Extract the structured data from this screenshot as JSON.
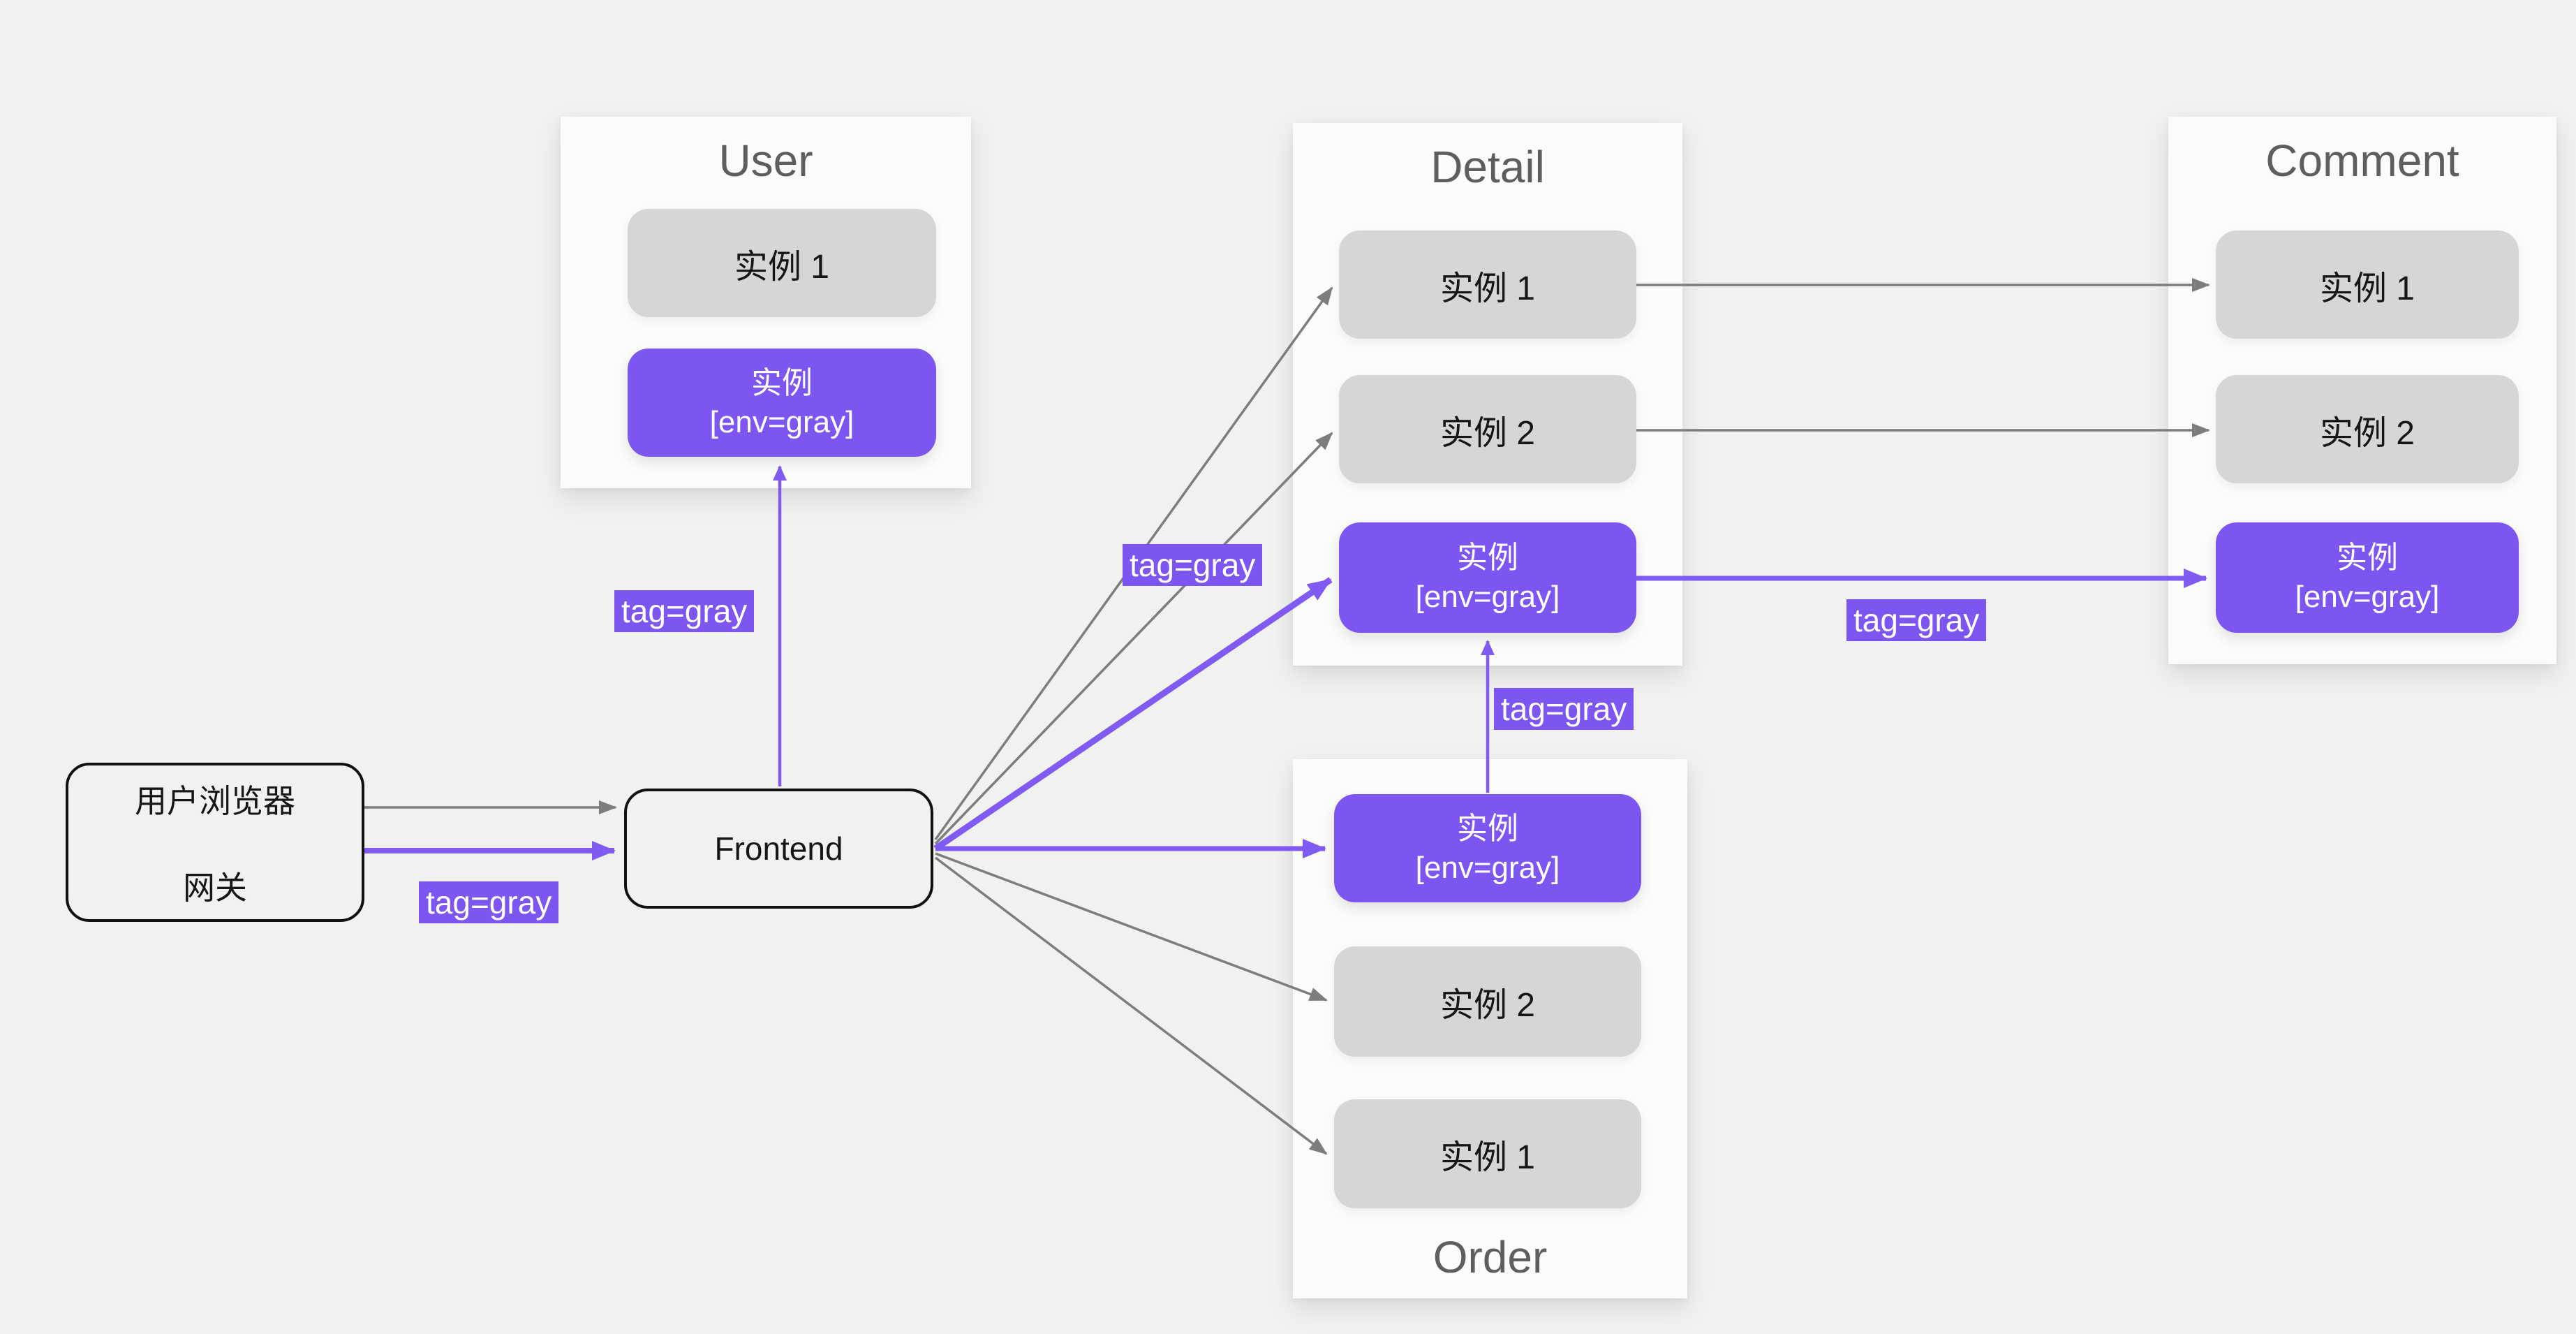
{
  "colors": {
    "purple": "#7D55F0",
    "gray_box": "#D6D6D6",
    "arrow_gray": "#7D7D7D",
    "card_bg": "#FBFBFA",
    "title_gray": "#5E5E5E",
    "page_bg": "#F1F1EF"
  },
  "gateway": {
    "line1": "用户浏览器",
    "line2": "网关"
  },
  "frontend": {
    "label": "Frontend"
  },
  "groups": {
    "user": {
      "title": "User",
      "instances": [
        {
          "label": "实例 1"
        },
        {
          "label": "实例",
          "sublabel": "[env=gray]"
        }
      ]
    },
    "detail": {
      "title": "Detail",
      "instances": [
        {
          "label": "实例 1"
        },
        {
          "label": "实例 2"
        },
        {
          "label": "实例",
          "sublabel": "[env=gray]"
        }
      ]
    },
    "order": {
      "title": "Order",
      "instances": [
        {
          "label": "实例",
          "sublabel": "[env=gray]"
        },
        {
          "label": "实例 2"
        },
        {
          "label": "实例 1"
        }
      ]
    },
    "comment": {
      "title": "Comment",
      "instances": [
        {
          "label": "实例 1"
        },
        {
          "label": "实例 2"
        },
        {
          "label": "实例",
          "sublabel": "[env=gray]"
        }
      ]
    }
  },
  "edge_labels": {
    "gateway_to_frontend": "tag=gray",
    "frontend_to_user": "tag=gray",
    "frontend_to_detail": "tag=gray",
    "order_to_detail": "tag=gray",
    "detail_to_comment": "tag=gray"
  }
}
